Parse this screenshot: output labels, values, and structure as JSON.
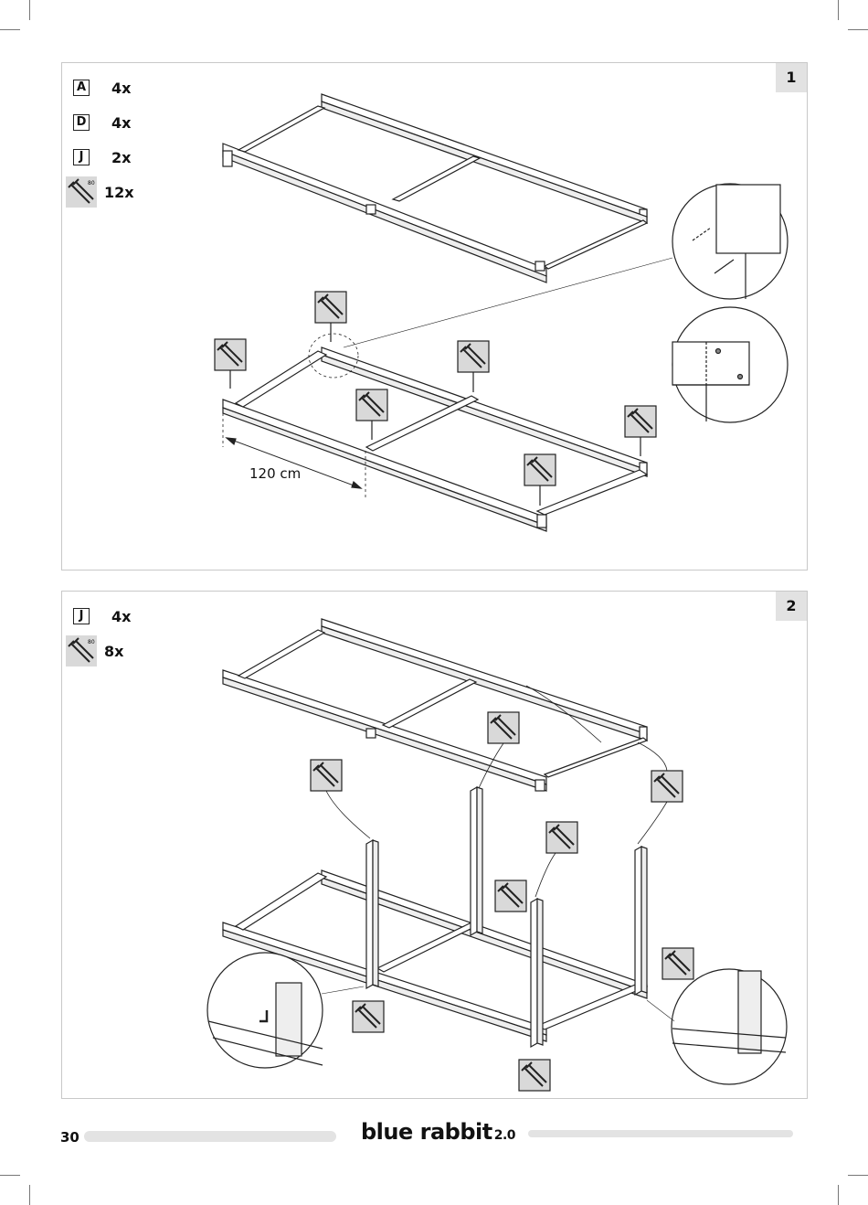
{
  "page": {
    "number": "30"
  },
  "brand": {
    "name": "blue rabbit",
    "version": "2.0"
  },
  "steps": [
    {
      "number": "1",
      "parts": [
        {
          "letter": "A",
          "qty": "4x"
        },
        {
          "letter": "D",
          "qty": "4x"
        },
        {
          "letter": "J",
          "qty": "2x"
        },
        {
          "screw": true,
          "length": "80",
          "qty": "12x"
        }
      ],
      "dimension": "120 cm"
    },
    {
      "number": "2",
      "parts": [
        {
          "letter": "J",
          "qty": "4x"
        },
        {
          "screw": true,
          "length": "80",
          "qty": "8x"
        }
      ]
    }
  ],
  "screw_label": "80"
}
